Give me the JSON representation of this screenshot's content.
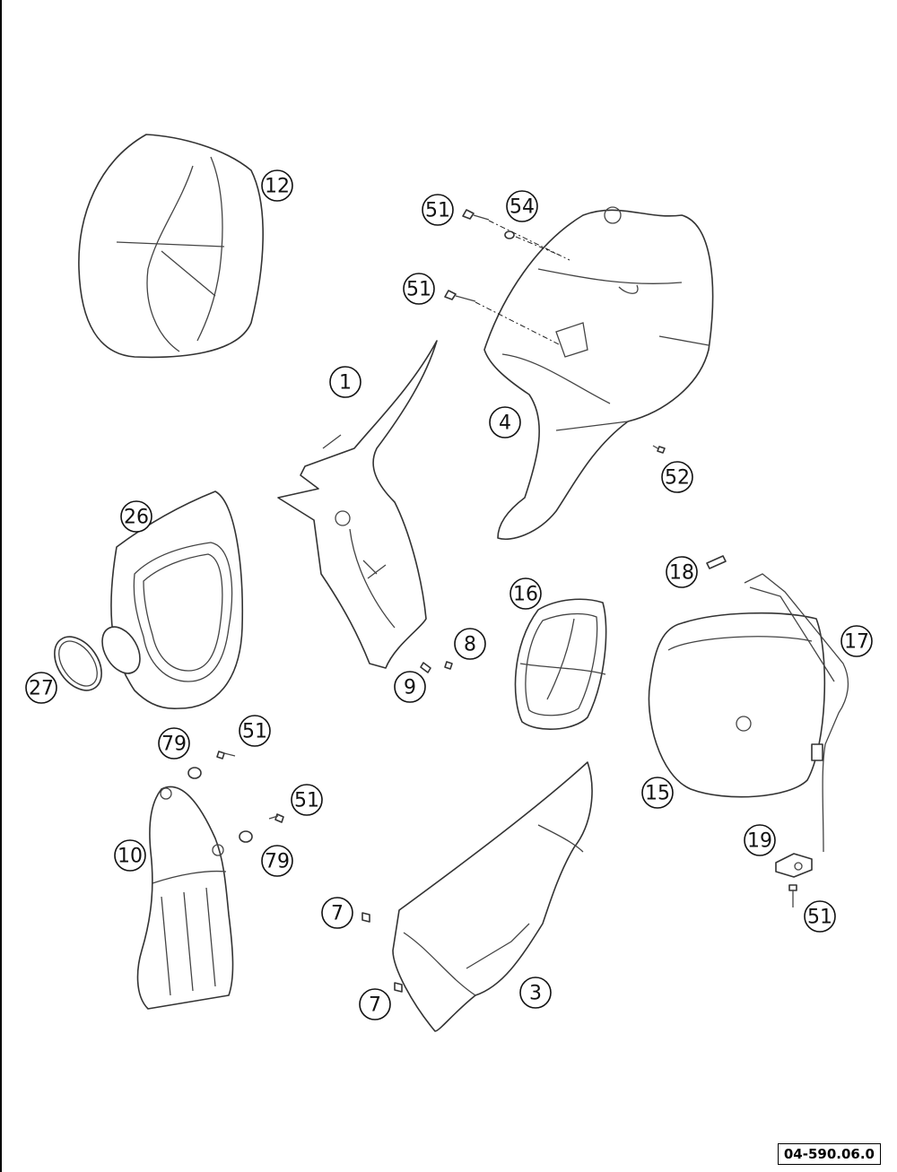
{
  "callouts": [
    {
      "id": "callout-12",
      "label": "12"
    },
    {
      "id": "callout-51-a",
      "label": "51"
    },
    {
      "id": "callout-54",
      "label": "54"
    },
    {
      "id": "callout-51-b",
      "label": "51"
    },
    {
      "id": "callout-1",
      "label": "1"
    },
    {
      "id": "callout-4",
      "label": "4"
    },
    {
      "id": "callout-52",
      "label": "52"
    },
    {
      "id": "callout-26",
      "label": "26"
    },
    {
      "id": "callout-18",
      "label": "18"
    },
    {
      "id": "callout-16",
      "label": "16"
    },
    {
      "id": "callout-8",
      "label": "8"
    },
    {
      "id": "callout-17",
      "label": "17"
    },
    {
      "id": "callout-9",
      "label": "9"
    },
    {
      "id": "callout-27",
      "label": "27"
    },
    {
      "id": "callout-79-a",
      "label": "79"
    },
    {
      "id": "callout-51-c",
      "label": "51"
    },
    {
      "id": "callout-51-d",
      "label": "51"
    },
    {
      "id": "callout-15",
      "label": "15"
    },
    {
      "id": "callout-10",
      "label": "10"
    },
    {
      "id": "callout-79-b",
      "label": "79"
    },
    {
      "id": "callout-19",
      "label": "19"
    },
    {
      "id": "callout-7-a",
      "label": "7"
    },
    {
      "id": "callout-51-e",
      "label": "51"
    },
    {
      "id": "callout-3",
      "label": "3"
    },
    {
      "id": "callout-7-b",
      "label": "7"
    }
  ],
  "reference_code": "04-590.06.0",
  "colors": {
    "line": "#333333",
    "fill": "#ffffff",
    "shade": "#e4e4e4"
  }
}
